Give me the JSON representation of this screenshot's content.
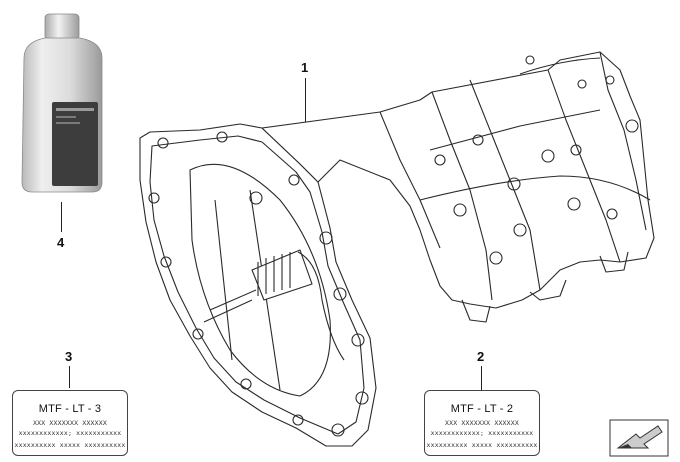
{
  "callouts": {
    "c1": "1",
    "c2": "2",
    "c3": "3",
    "c4": "4"
  },
  "label_left": {
    "title": "MTF - LT - 3",
    "line1": "XXX XXXXXXX XXXXXX",
    "line2": "xxxxxxxxxxxx; xxxxxxxxxxx",
    "line3": "xxxxxxxxxx  xxxxx  xxxxxxxxxx"
  },
  "label_right": {
    "title": "MTF - LT - 2",
    "line1": "XXX XXXXXXX XXXXXX",
    "line2": "xxxxxxxxxxxx; xxxxxxxxxxx",
    "line3": "xxxxxxxxxx  xxxxx  xxxxxxxxxx"
  },
  "colors": {
    "line": "#2a2a2a",
    "bottle_dark": "#3a3a3a",
    "bottle_light": "#d9d9d9"
  }
}
